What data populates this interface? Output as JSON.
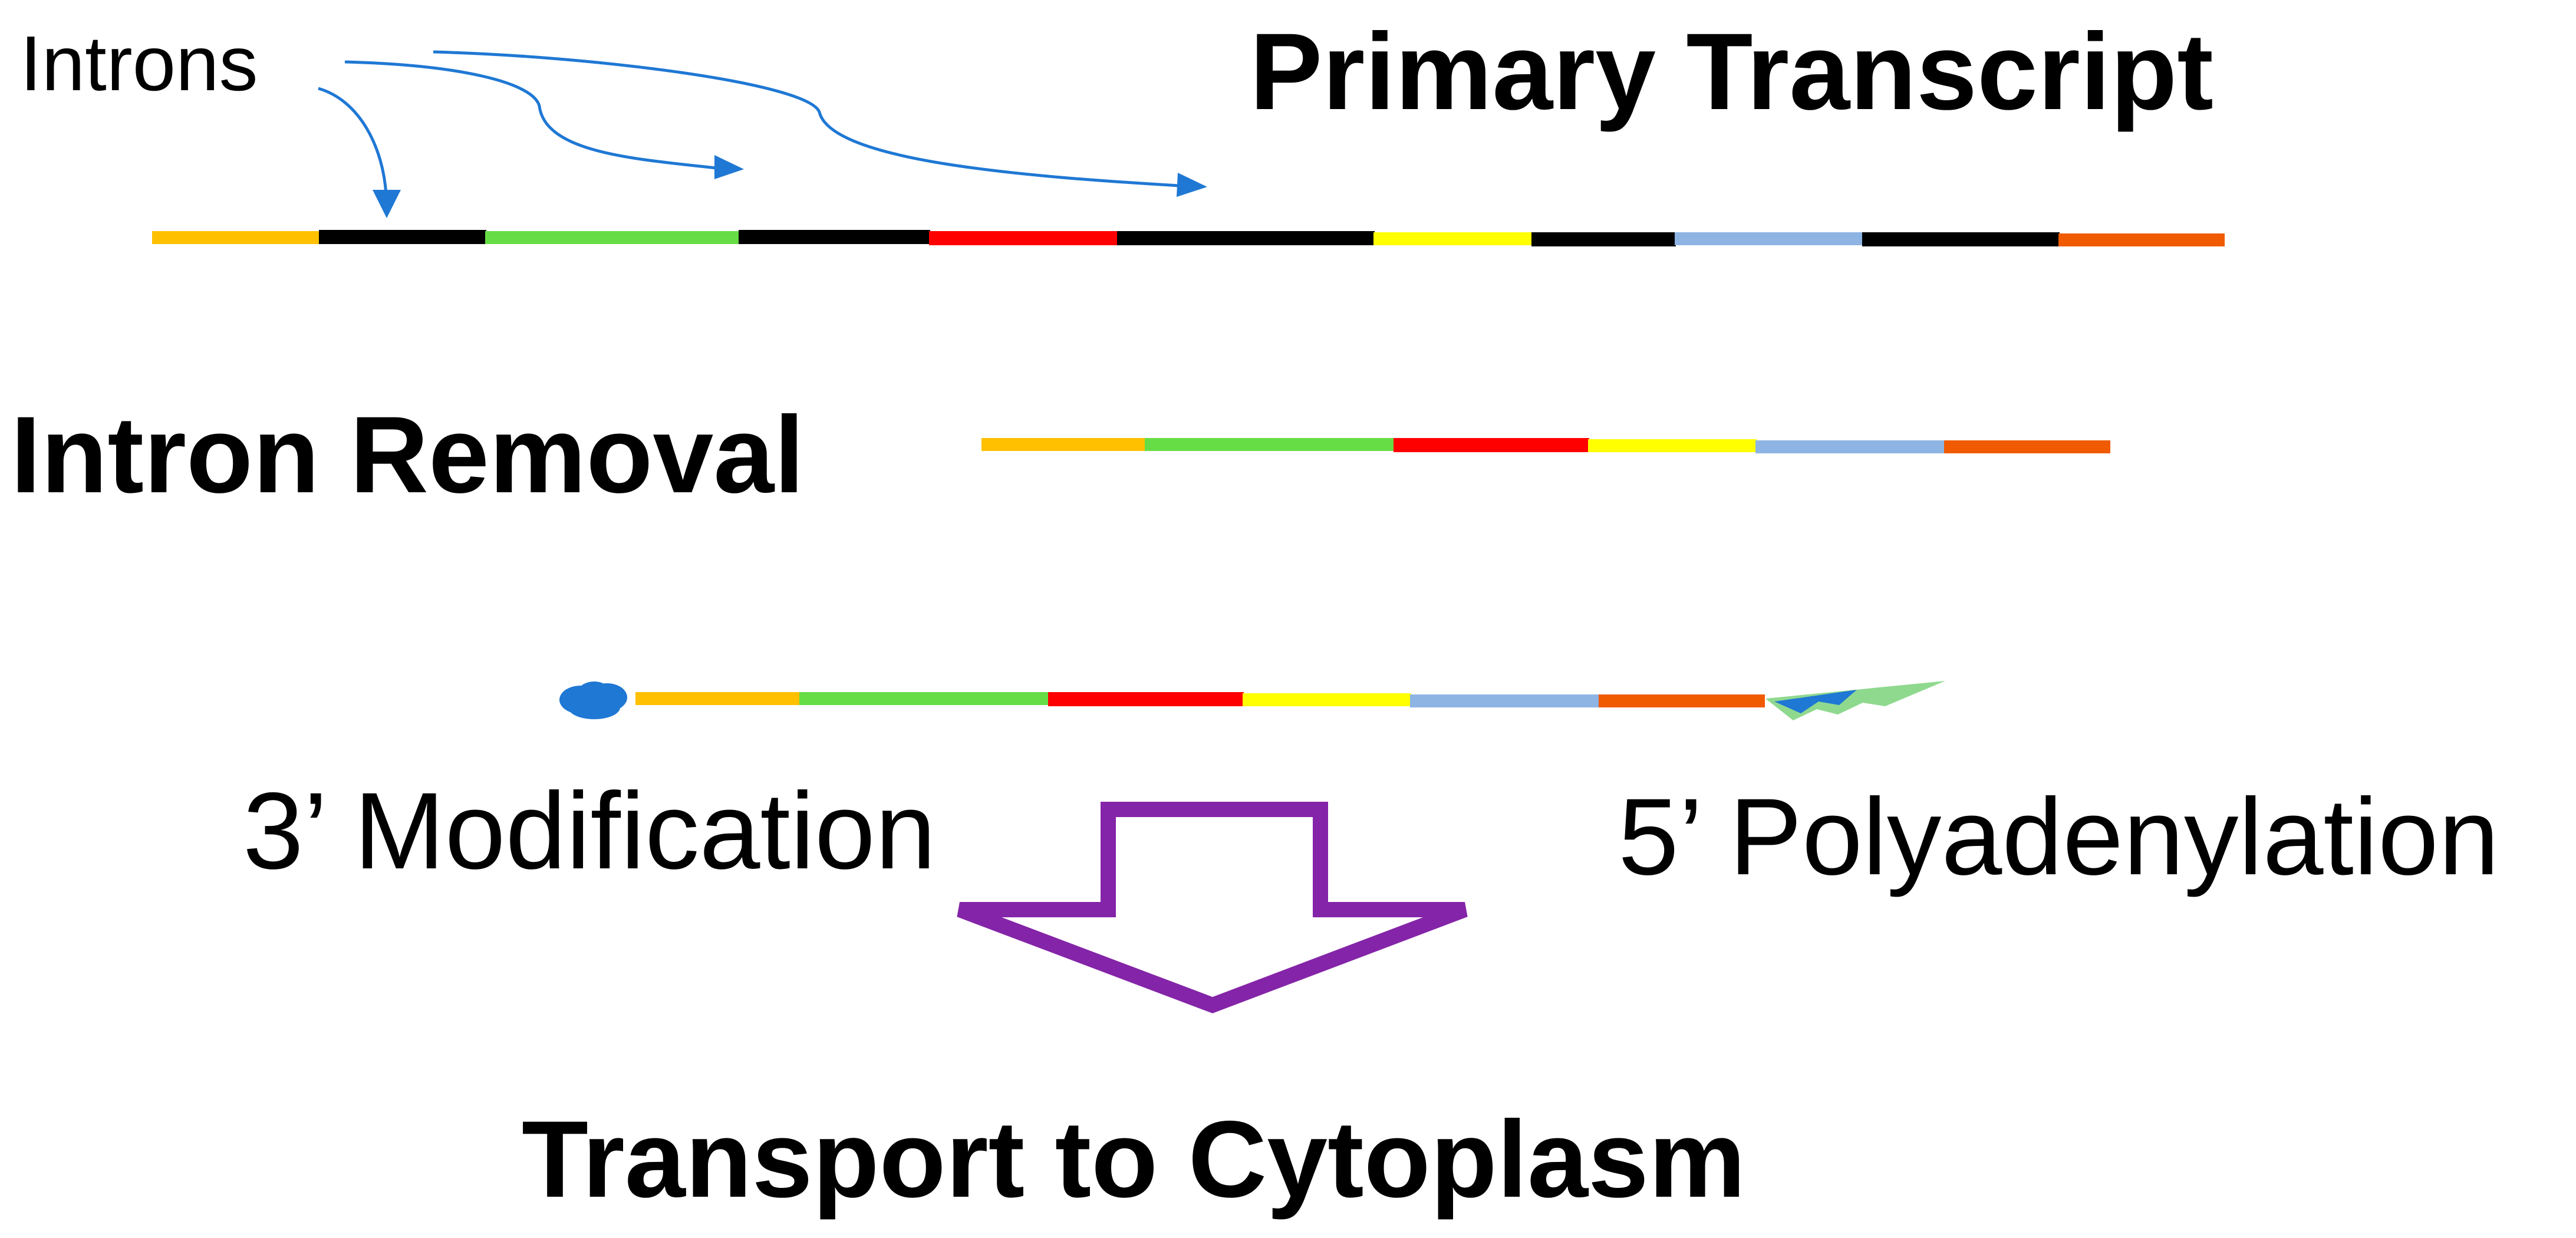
{
  "labels": {
    "introns": "Introns",
    "primary_transcript": "Primary Transcript",
    "intron_removal": "Intron Removal",
    "modification_3": "3’ Modification",
    "polyadenylation_5": "5’ Polyadenylation",
    "transport": "Transport to Cytoplasm"
  },
  "colors": {
    "exon_1": "#FFC000",
    "intron": "#000000",
    "exon_2": "#66DD44",
    "exon_3": "#FF0000",
    "exon_4": "#FFFF00",
    "exon_5": "#8EB4E3",
    "exon_6": "#F05A00",
    "intron_arrows": "#1F78D4",
    "cap": "#1F78D4",
    "poly_a_fill": "#1F78D4",
    "poly_a_outline": "#8FD98F",
    "transport_arrow": "#8424A8"
  },
  "icons": {
    "cap": "cap-blob-icon",
    "poly_a": "poly-a-tail-icon",
    "transport": "down-arrow-icon"
  }
}
